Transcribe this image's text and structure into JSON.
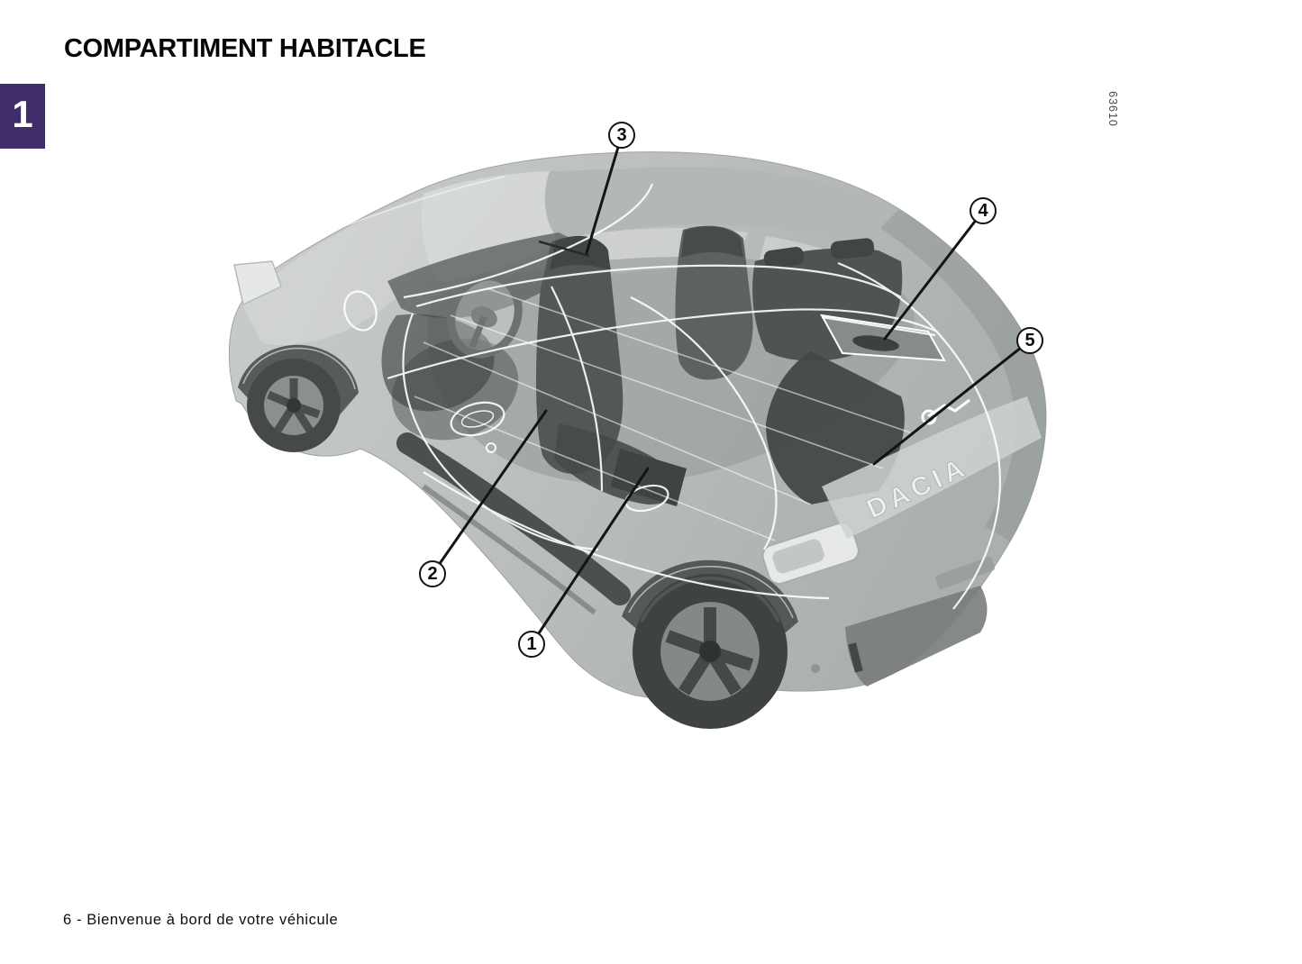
{
  "page": {
    "title": "COMPARTIMENT HABITACLE",
    "section_tab": "1",
    "figure_number": "63610",
    "footer": "6 - Bienvenue à bord de votre véhicule"
  },
  "illustration": {
    "badge_text": "DACIA",
    "callouts": [
      {
        "label": "1"
      },
      {
        "label": "2"
      },
      {
        "label": "3"
      },
      {
        "label": "4"
      },
      {
        "label": "5"
      }
    ]
  },
  "colors": {
    "tab_background": "#3e2d69",
    "tab_text": "#ffffff",
    "title_text": "#060606",
    "figure_number_text": "#4a4a4a",
    "footer_text": "#0d0d0d",
    "callout_stroke": "#141414",
    "car_body_gray": "#bcc0be",
    "car_dark_gray": "#4c5250",
    "car_outline_white": "#ffffff"
  }
}
